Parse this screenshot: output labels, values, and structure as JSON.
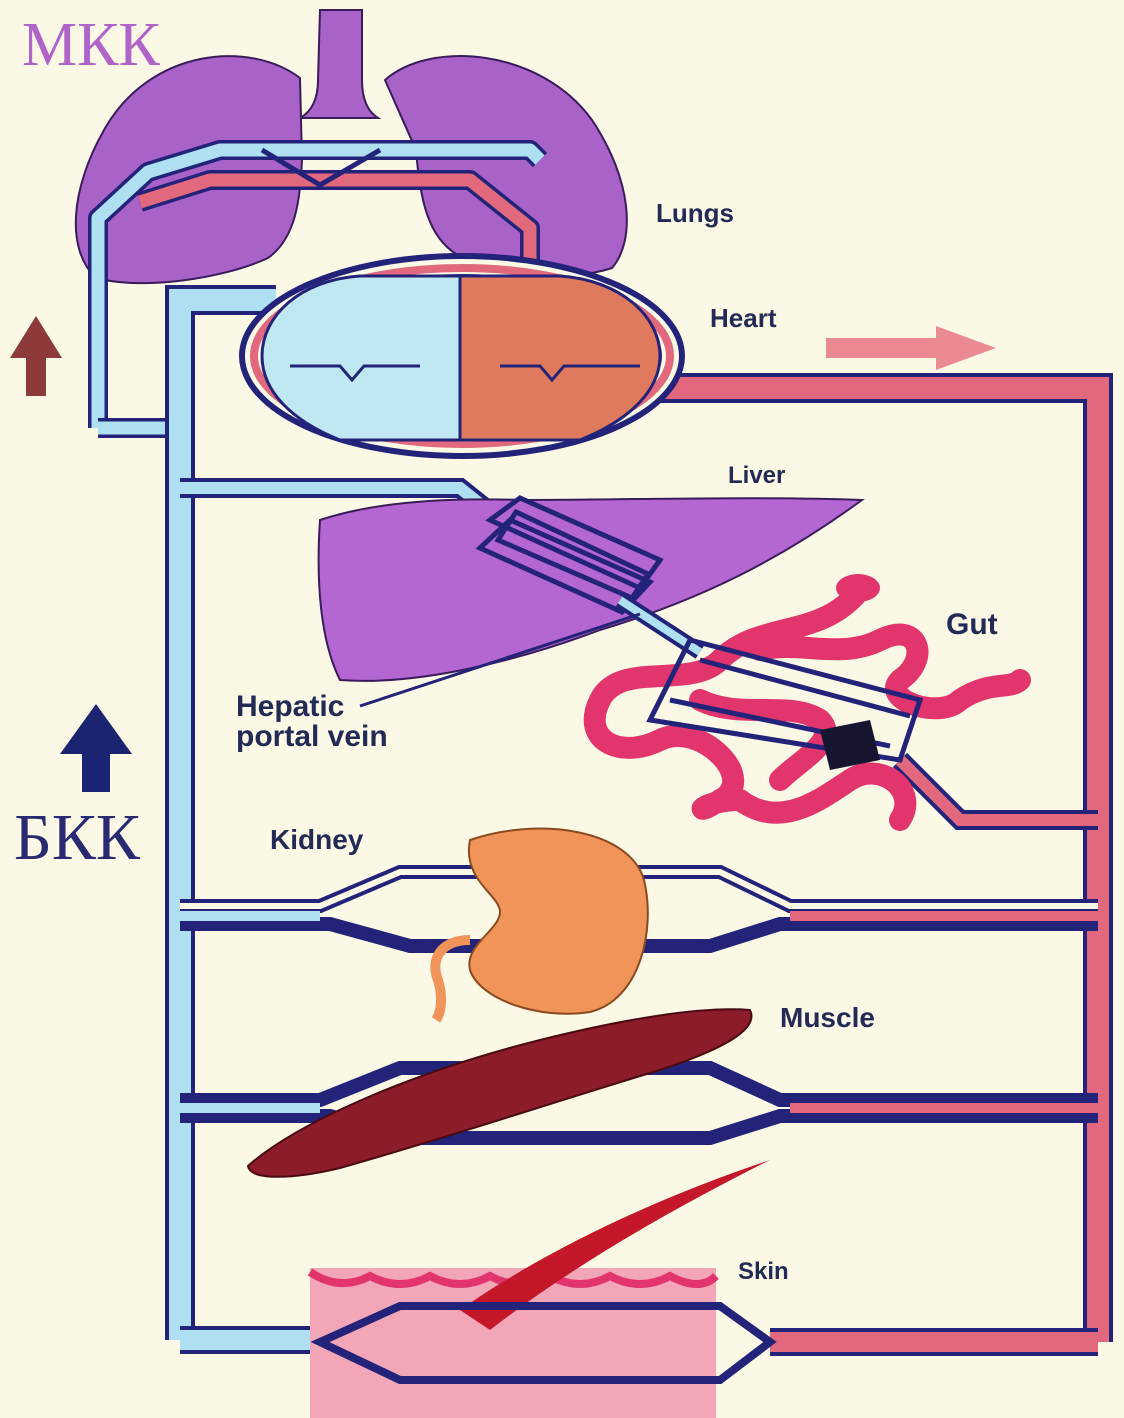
{
  "labels": {
    "mkk": "МКК",
    "bkk": "БКК",
    "lungs": "Lungs",
    "heart": "Heart",
    "liver": "Liver",
    "gut": "Gut",
    "portal_line1": "Hepatic",
    "portal_line2": "portal vein",
    "kidney": "Kidney",
    "muscle": "Muscle",
    "skin": "Skin"
  },
  "colors": {
    "background": "#fbf9e6",
    "vein_blue": "#aee0f2",
    "artery_red": "#e2687e",
    "vessel_outline": "#23237a",
    "lung_purple": "#a862c8",
    "heart_right": "#bfe8f2",
    "heart_left": "#e07a5e",
    "liver_purple": "#b466d2",
    "gut_pink": "#e2356e",
    "kidney_orange": "#f0945a",
    "muscle_red": "#8c1c2a",
    "skin_pink": "#f2a6b8",
    "arrow_brown": "#8e3a3a",
    "arrow_navy": "#1a2470",
    "arrow_pink": "#ec8a94"
  },
  "icons": [
    "up-arrow-brown-icon",
    "up-arrow-navy-icon",
    "right-arrow-pink-icon"
  ]
}
